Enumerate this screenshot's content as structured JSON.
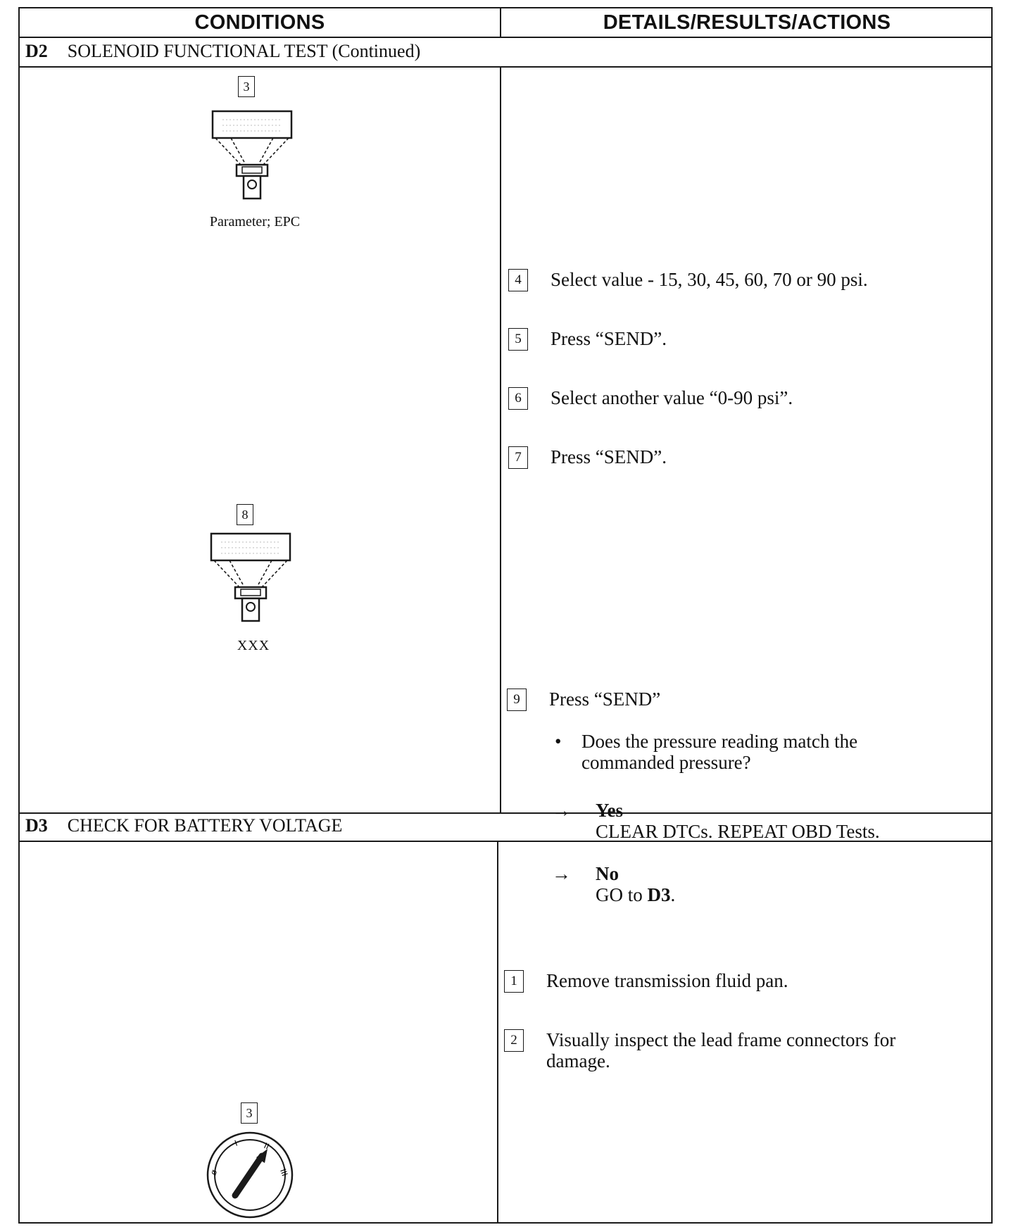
{
  "header": {
    "conditions": "CONDITIONS",
    "details": "DETAILS/RESULTS/ACTIONS"
  },
  "section_d2": {
    "code": "D2",
    "title": "SOLENOID FUNCTIONAL TEST (Continued)",
    "fig1_num": "3",
    "fig1_caption": "Parameter; EPC",
    "fig2_num": "8",
    "fig2_caption": "XXX",
    "steps": [
      {
        "num": "4",
        "text": "Select value - 15, 30, 45, 60, 70 or 90 psi."
      },
      {
        "num": "5",
        "text": "Press “SEND”."
      },
      {
        "num": "6",
        "text": "Select another value “0-90 psi”."
      },
      {
        "num": "7",
        "text": "Press “SEND”."
      },
      {
        "num": "9",
        "text": "Press “SEND”"
      }
    ],
    "bullet": "Does the pressure reading match the commanded pressure?",
    "yes_label": "Yes",
    "yes_action": "CLEAR DTCs. REPEAT OBD Tests.",
    "no_label": "No",
    "no_action_prefix": "GO to ",
    "no_action_target": "D3",
    "no_action_suffix": "."
  },
  "section_d3": {
    "code": "D3",
    "title": "CHECK FOR BATTERY VOLTAGE",
    "fig_num": "3",
    "steps": [
      {
        "num": "1",
        "text": "Remove transmission fluid pan."
      },
      {
        "num": "2",
        "text": "Visually inspect the lead frame connectors for damage."
      }
    ]
  }
}
